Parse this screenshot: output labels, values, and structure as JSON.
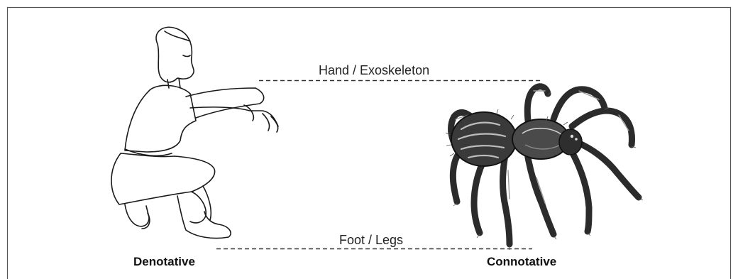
{
  "diagram": {
    "top_connector_label": "Hand / Exoskeleton",
    "bottom_connector_label": "Foot / Legs",
    "left_caption": "Denotative",
    "right_caption": "Connotative",
    "left_figure_icon": "crouching-child-sketch",
    "right_figure_icon": "tarantula-illustration"
  }
}
